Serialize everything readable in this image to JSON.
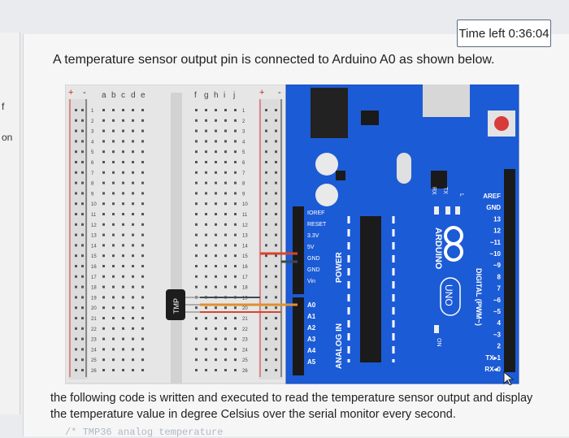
{
  "sidebar": {
    "fragment_top": "f",
    "fragment_mid": "on"
  },
  "timer": {
    "label": "Time left 0:36:04"
  },
  "question": {
    "intro": "A temperature sensor output pin is connected to Arduino A0 as shown below.",
    "body": "the following code is written and executed to read the temperature sensor output and display the temperature value in degree Celsius over the serial monitor every second.",
    "code_preview": "/* TMP36 analog temperature"
  },
  "breadboard": {
    "rail_plus": "+",
    "rail_minus": "-",
    "cols_left": [
      "a",
      "b",
      "c",
      "d",
      "e"
    ],
    "cols_right": [
      "f",
      "g",
      "h",
      "i",
      "j"
    ],
    "sensor_label": "TMP"
  },
  "arduino": {
    "brand": "ARDUINO",
    "model": "UNO",
    "power_header": "POWER",
    "analog_header": "ANALOG IN",
    "digital_header": "DIGITAL (PWM~)",
    "power_pins": [
      "IOREF",
      "RESET",
      "3.3V",
      "5V",
      "GND",
      "GND",
      "Vin"
    ],
    "analog_pins": [
      "A0",
      "A1",
      "A2",
      "A3",
      "A4",
      "A5"
    ],
    "digital_pins": [
      "AREF",
      "GND",
      "13",
      "12",
      "~11",
      "~10",
      "~9",
      "8",
      "7",
      "~6",
      "~5",
      "4",
      "~3",
      "2",
      "TX▸1",
      "RX◂0"
    ],
    "tx_label": "TX",
    "rx_label": "RX",
    "l_label": "L",
    "on_label": "ON"
  },
  "colors": {
    "board": "#1c5bd6",
    "breadboard": "#ececec",
    "wire_red": "#d8452c",
    "wire_dark": "#3d4a55",
    "wire_orange": "#e0902f"
  }
}
